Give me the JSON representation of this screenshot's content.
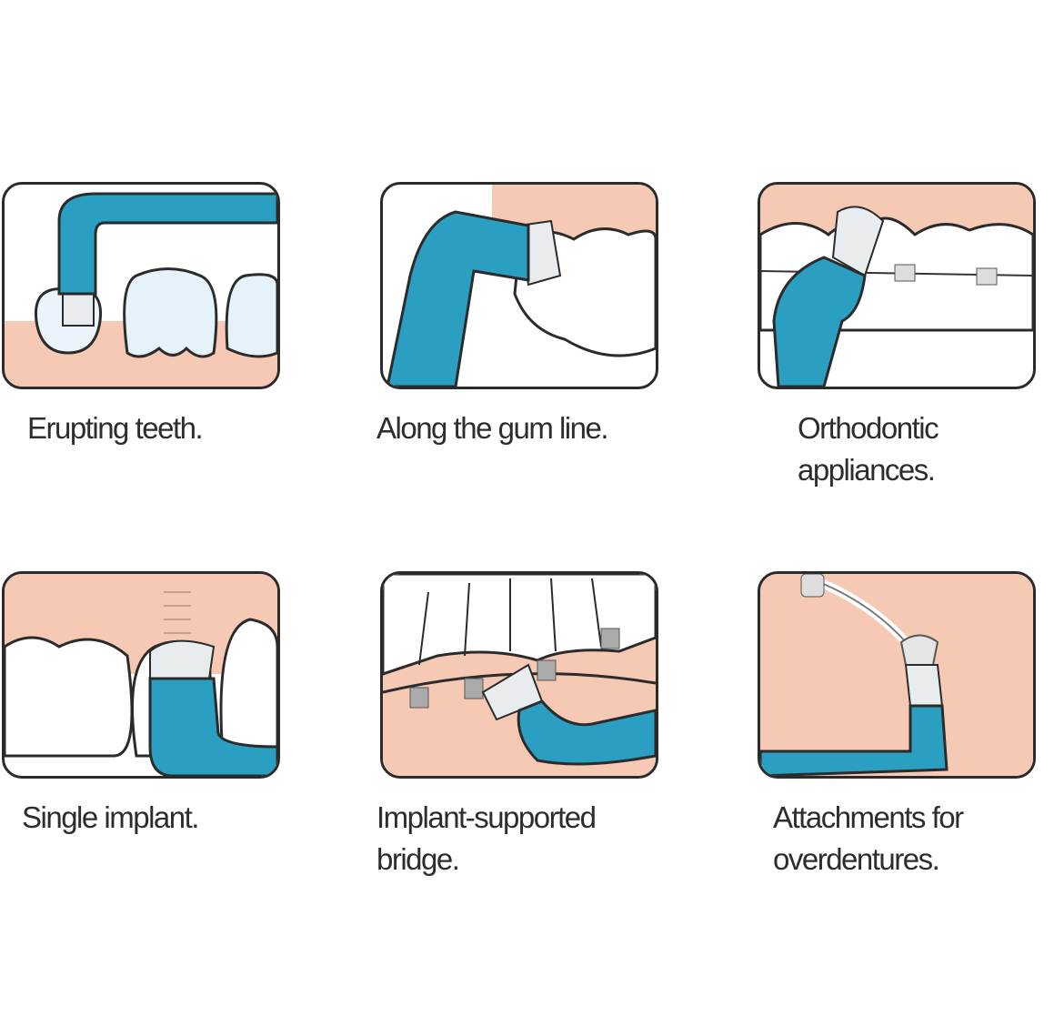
{
  "colors": {
    "brush": "#2a9fc2",
    "gum": "#f5c9b3",
    "outline": "#2b2b2b",
    "bristle": "#e9ecee"
  },
  "panels": [
    {
      "caption_lines": [
        "Erupting teeth."
      ]
    },
    {
      "caption_lines": [
        "Along the gum line."
      ]
    },
    {
      "caption_lines": [
        "Orthodontic",
        "appliances."
      ]
    },
    {
      "caption_lines": [
        "Single implant."
      ]
    },
    {
      "caption_lines": [
        "Implant-supported",
        "bridge."
      ]
    },
    {
      "caption_lines": [
        "Attachments for",
        "overdentures."
      ]
    }
  ]
}
